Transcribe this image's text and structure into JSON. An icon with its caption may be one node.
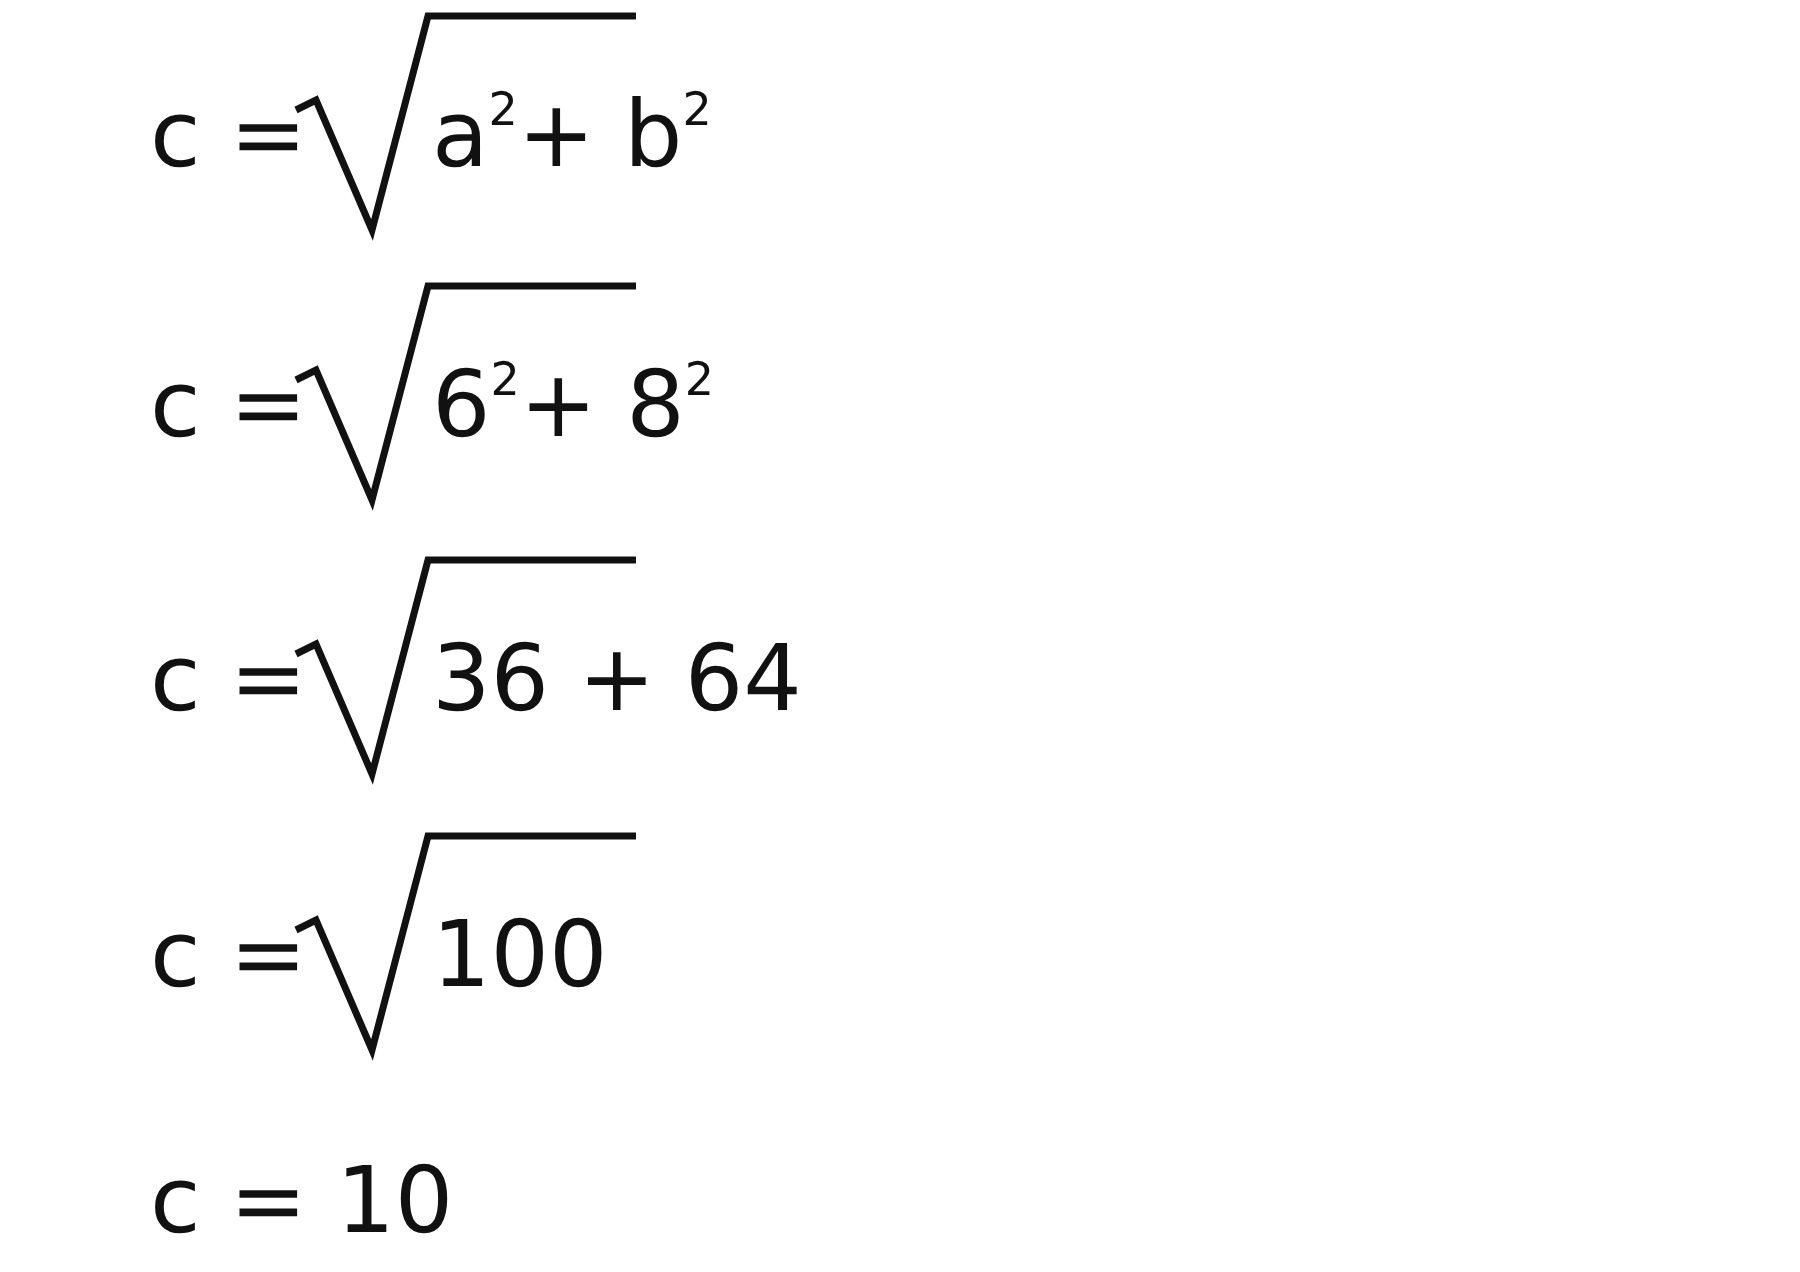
{
  "diagram": {
    "labels": [
      "c =",
      "a$^{2}$+ b$^{2}$",
      "c =",
      "6$^{2}$+ 8$^{2}$",
      "c =",
      "36 + 64",
      "c =",
      "100",
      "c = 10"
    ]
  }
}
